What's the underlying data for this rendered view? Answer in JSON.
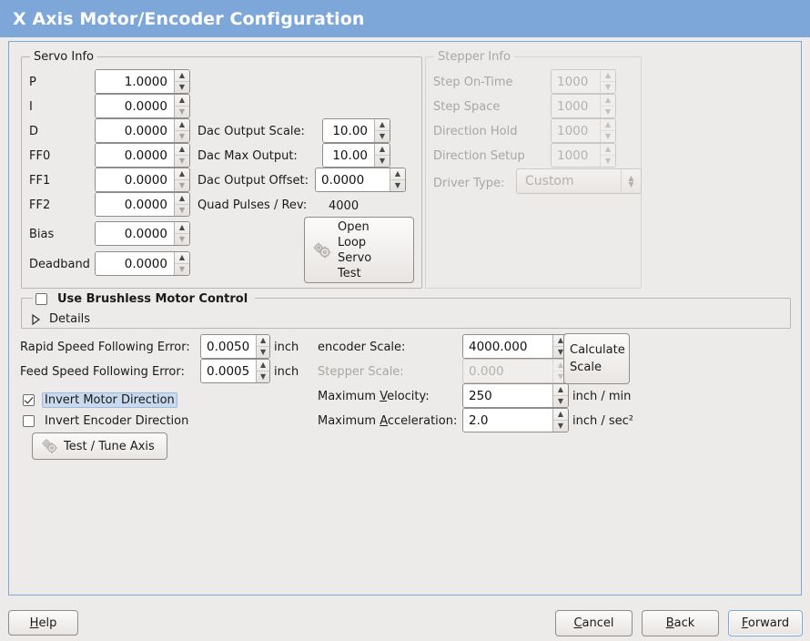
{
  "window": {
    "title": "X Axis Motor/Encoder Configuration"
  },
  "colors": {
    "titlebar": "#7ea7d9",
    "background": "#edebe9",
    "frame_border": "#7ea7d9",
    "selection": "#c9d9ee",
    "disabled_text": "#a9a6a3"
  },
  "servo_info": {
    "legend": "Servo Info",
    "fields": [
      {
        "label": "P",
        "value": "1.0000"
      },
      {
        "label": "I",
        "value": "0.0000"
      },
      {
        "label": "D",
        "value": "0.0000"
      },
      {
        "label": "FF0",
        "value": "0.0000"
      },
      {
        "label": "FF1",
        "value": "0.0000"
      },
      {
        "label": "FF2",
        "value": "0.0000"
      },
      {
        "label": "Bias",
        "value": "0.0000"
      },
      {
        "label": "Deadband",
        "value": "0.0000"
      }
    ],
    "dac": [
      {
        "label": "Dac Output Scale:",
        "value": "10.00"
      },
      {
        "label": "Dac Max Output:",
        "value": "10.00"
      },
      {
        "label": "Dac Output Offset:",
        "value": "0.0000"
      }
    ],
    "quad_pulses_label": "Quad Pulses / Rev:",
    "quad_pulses_value": "4000",
    "open_loop_button": "Open\nLoop\nServo\nTest",
    "open_loop_lines": [
      "Open",
      "Loop",
      "Servo",
      "Test"
    ]
  },
  "stepper_info": {
    "legend": "Stepper Info",
    "disabled": true,
    "fields": [
      {
        "label": "Step On-Time",
        "value": "1000"
      },
      {
        "label": "Step Space",
        "value": "1000"
      },
      {
        "label": "Direction Hold",
        "value": "1000"
      },
      {
        "label": "Direction Setup",
        "value": "1000"
      }
    ],
    "driver_type_label": "Driver Type:",
    "driver_type_value": "Custom"
  },
  "brushless": {
    "checkbox_label": "Use Brushless Motor Control",
    "checked": false,
    "details_label": "Details",
    "details_expanded": false
  },
  "following_errors": [
    {
      "label": "Rapid Speed Following Error:",
      "value": "0.0050",
      "unit": "inch"
    },
    {
      "label": "Feed Speed Following Error:",
      "value": "0.0005",
      "unit": "inch"
    }
  ],
  "direction_options": [
    {
      "label": "Invert Motor Direction",
      "checked": true,
      "focused": true
    },
    {
      "label": "Invert Encoder Direction",
      "checked": false,
      "focused": false
    }
  ],
  "test_tune_button": "Test / Tune Axis",
  "scale_section": {
    "rows": [
      {
        "label": "encoder Scale:",
        "value": "4000.000",
        "unit": "",
        "disabled": false,
        "mnemonic": ""
      },
      {
        "label": "Stepper Scale:",
        "value": "0.000",
        "unit": "",
        "disabled": true,
        "mnemonic": ""
      },
      {
        "label": "Maximum Velocity:",
        "value": "250",
        "unit": "inch / min",
        "disabled": false,
        "mnemonic": "V"
      },
      {
        "label": "Maximum Acceleration:",
        "value": "2.0",
        "unit": "inch / sec²",
        "disabled": false,
        "mnemonic": "A"
      }
    ],
    "calculate_button_lines": [
      "Calculate",
      "Scale"
    ]
  },
  "action_bar": {
    "help": {
      "label": "Help",
      "mnemonic": "H"
    },
    "cancel": {
      "label": "Cancel",
      "mnemonic": "C"
    },
    "back": {
      "label": "Back",
      "mnemonic": "B"
    },
    "forward": {
      "label": "Forward",
      "mnemonic": "F",
      "focused": true
    }
  },
  "icons": {
    "gears": "gears-icon",
    "spin_up": "▲",
    "spin_down": "▼",
    "expander": "triangle-right-icon"
  }
}
